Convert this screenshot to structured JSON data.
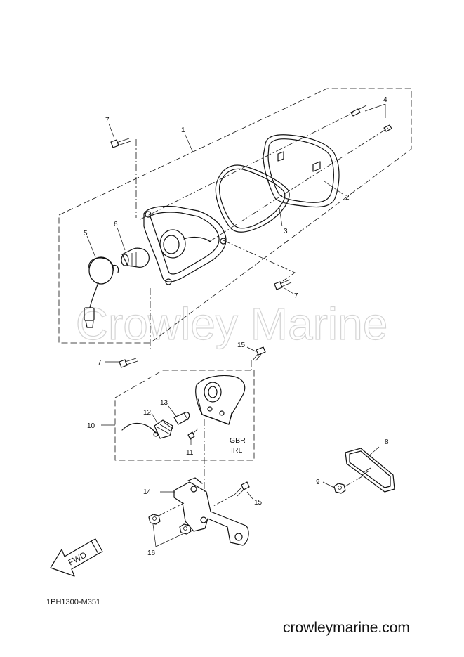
{
  "watermark": "Crowley Marine",
  "drawing_code": "1PH1300-M351",
  "website": "crowleymarine.com",
  "fwd_label": "FWD",
  "notes": {
    "line1": "GBR",
    "line2": "IRL"
  },
  "callouts": {
    "c1": "1",
    "c2": "2",
    "c3": "3",
    "c4": "4",
    "c5": "5",
    "c6": "6",
    "c7a": "7",
    "c7b": "7",
    "c7c": "7",
    "c8": "8",
    "c9": "9",
    "c10": "10",
    "c11": "11",
    "c12": "12",
    "c13": "13",
    "c14": "14",
    "c15a": "15",
    "c15b": "15",
    "c16": "16"
  }
}
